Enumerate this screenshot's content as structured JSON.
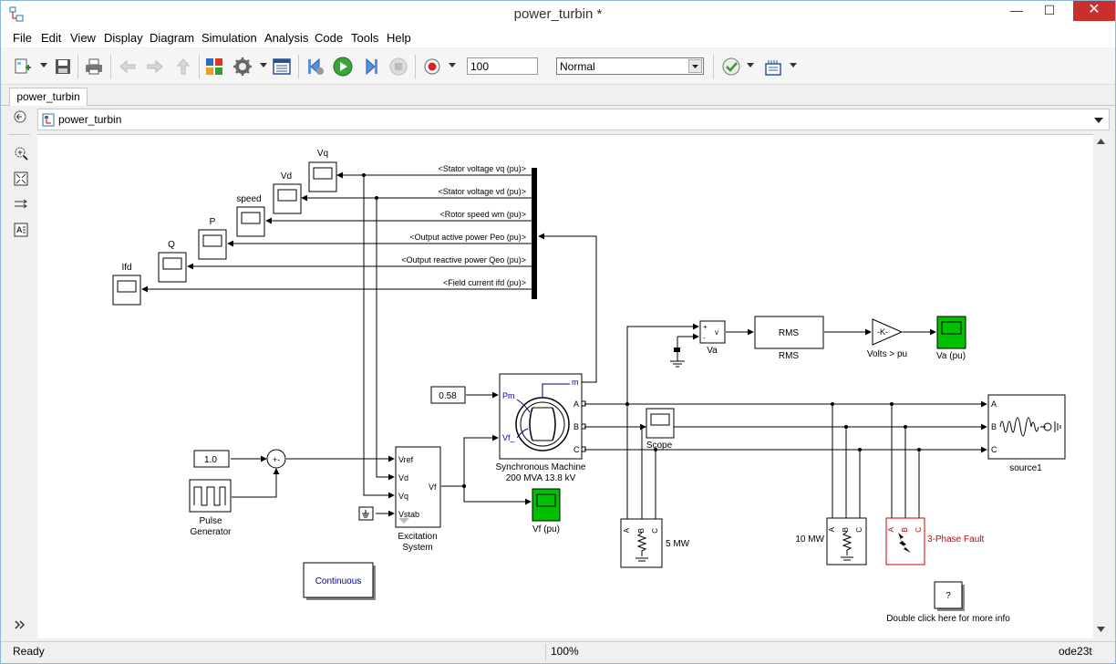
{
  "window": {
    "title": "power_turbin *",
    "minimize_glyph": "—",
    "maximize_glyph": "☐",
    "close_glyph": "✕"
  },
  "menu": [
    "File",
    "Edit",
    "View",
    "Display",
    "Diagram",
    "Simulation",
    "Analysis",
    "Code",
    "Tools",
    "Help"
  ],
  "toolbar": {
    "stop_time": "100",
    "sim_mode": "Normal",
    "icons": [
      "new-model-icon",
      "save-icon",
      "print-icon",
      "back-icon",
      "forward-icon",
      "up-icon",
      "library-browser-icon",
      "model-config-icon",
      "model-explorer-icon",
      "step-back-icon",
      "run-icon",
      "step-forward-icon",
      "stop-icon",
      "record-icon",
      "model-advisor-icon",
      "build-icon"
    ]
  },
  "tab": {
    "label": "power_turbin"
  },
  "breadcrumb": {
    "label": "power_turbin"
  },
  "status": {
    "left": "Ready",
    "zoom": "100%",
    "solver": "ode23t"
  },
  "diagram": {
    "scopes": [
      {
        "label": "Vq"
      },
      {
        "label": "Vd"
      },
      {
        "label": "speed"
      },
      {
        "label": "P"
      },
      {
        "label": "Q"
      },
      {
        "label": "Ifd"
      }
    ],
    "signals": [
      "<Stator voltage  vq (pu)>",
      "<Stator voltage  vd (pu)>",
      "<Rotor speed  wm  (pu)>",
      "<Output active power  Peo (pu)>",
      "<Output reactive power  Qeo (pu)>",
      "<Field current  ifd (pu)>"
    ],
    "va_block": {
      "plus": "+",
      "minus": "-",
      "port": "v",
      "label": "Va"
    },
    "rms_block": {
      "text": "RMS",
      "label": "RMS"
    },
    "gain_block": {
      "text": "-K-",
      "label": "Volts > pu"
    },
    "va_scope": {
      "label": "Va (pu)"
    },
    "pm_const": {
      "value": "0.58"
    },
    "machine": {
      "pm": "Pm",
      "vf": "Vf_",
      "m": "m",
      "a": "A",
      "b": "B",
      "c": "C",
      "label1": "Synchronous Machine",
      "label2": "200 MVA 13.8 kV"
    },
    "scope": {
      "label": "Scope"
    },
    "source": {
      "a": "A",
      "b": "B",
      "c": "C",
      "label": "source1"
    },
    "vref_const": {
      "value": "1.0"
    },
    "sum": {
      "signs": "+-"
    },
    "pulse": {
      "label1": "Pulse",
      "label2": "Generator"
    },
    "excitation": {
      "vref": "Vref",
      "vd": "Vd",
      "vq": "Vq",
      "vstab": "Vstab",
      "vf": "Vf",
      "label1": "Excitation",
      "label2": "System"
    },
    "vf_scope": {
      "label": "Vf (pu)"
    },
    "load5": {
      "a": "A",
      "b": "B",
      "c": "C",
      "label": "5 MW"
    },
    "load10": {
      "a": "A",
      "b": "B",
      "c": "C",
      "label": "10 MW"
    },
    "fault": {
      "a": "A",
      "b": "B",
      "c": "C",
      "label": "3-Phase Fault"
    },
    "continuous": {
      "label": "Continuous"
    },
    "help": {
      "text": "?",
      "label": "Double click here for more info"
    }
  }
}
